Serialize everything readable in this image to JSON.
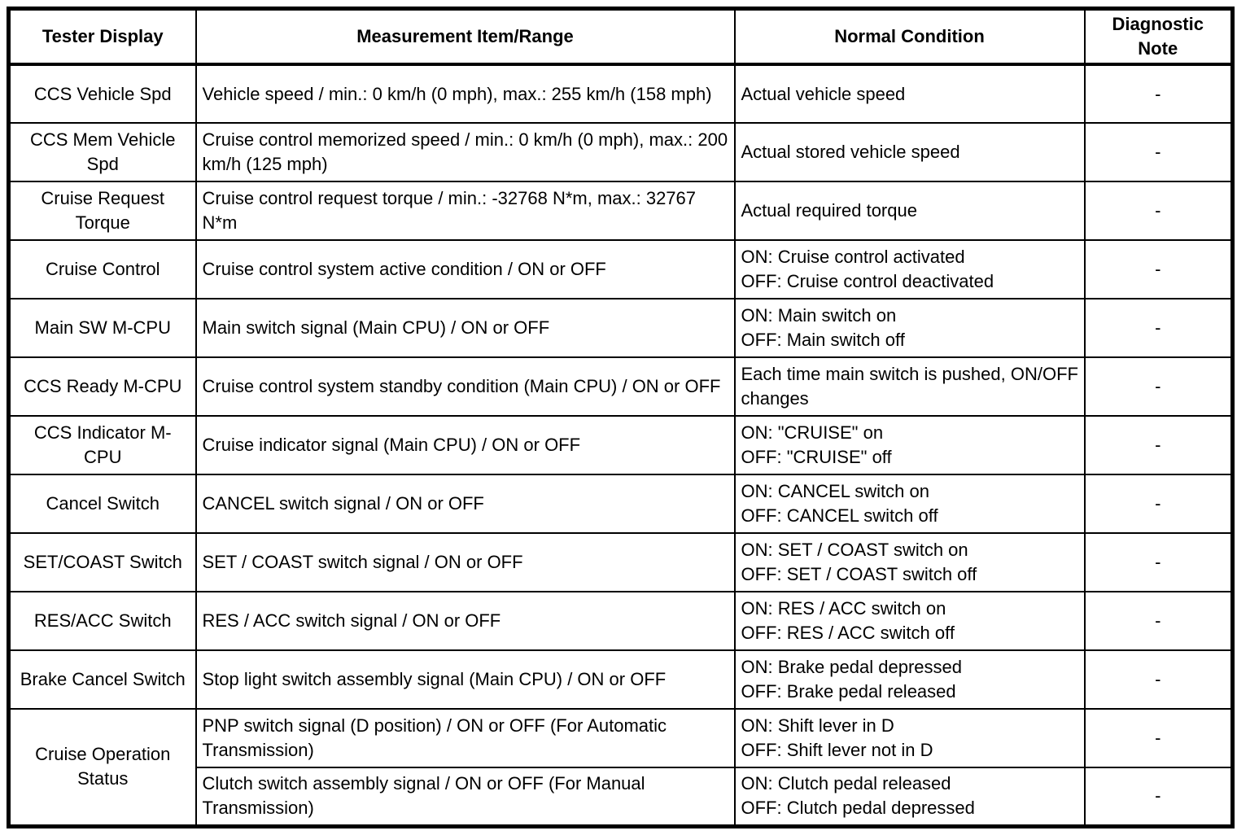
{
  "table": {
    "headers": [
      "Tester Display",
      "Measurement Item/Range",
      "Normal Condition",
      "Diagnostic\nNote"
    ],
    "rows": [
      {
        "tester_display": "CCS Vehicle Spd",
        "measurement": "Vehicle speed / min.: 0 km/h (0 mph), max.: 255 km/h (158 mph)",
        "condition": [
          "Actual vehicle speed"
        ],
        "note": "-"
      },
      {
        "tester_display": "CCS Mem Vehicle Spd",
        "measurement": "Cruise control memorized speed / min.: 0 km/h (0 mph), max.: 200 km/h (125 mph)",
        "condition": [
          "Actual stored vehicle speed"
        ],
        "note": "-"
      },
      {
        "tester_display": "Cruise Request Torque",
        "measurement": "Cruise control request torque / min.: -32768 N*m, max.: 32767 N*m",
        "condition": [
          "Actual required torque"
        ],
        "note": "-"
      },
      {
        "tester_display": "Cruise Control",
        "measurement": "Cruise control system active condition / ON or OFF",
        "condition": [
          "ON: Cruise control activated",
          "OFF: Cruise control deactivated"
        ],
        "note": "-"
      },
      {
        "tester_display": "Main SW M-CPU",
        "measurement": "Main switch signal (Main CPU) / ON or OFF",
        "condition": [
          "ON: Main switch on",
          "OFF: Main switch off"
        ],
        "note": "-"
      },
      {
        "tester_display": "CCS Ready M-CPU",
        "measurement": "Cruise control system standby condition (Main CPU) / ON or OFF",
        "condition": [
          "Each time main switch is pushed, ON/OFF changes"
        ],
        "note": "-"
      },
      {
        "tester_display": "CCS Indicator M-CPU",
        "measurement": "Cruise indicator signal (Main CPU) / ON or OFF",
        "condition": [
          "ON: \"CRUISE\" on",
          "OFF: \"CRUISE\" off"
        ],
        "note": "-"
      },
      {
        "tester_display": "Cancel Switch",
        "measurement": "CANCEL switch signal / ON or OFF",
        "condition": [
          "ON: CANCEL switch on",
          "OFF: CANCEL switch off"
        ],
        "note": "-"
      },
      {
        "tester_display": "SET/COAST Switch",
        "measurement": "SET / COAST switch signal / ON or OFF",
        "condition": [
          "ON: SET / COAST switch on",
          "OFF: SET / COAST switch off"
        ],
        "note": "-"
      },
      {
        "tester_display": "RES/ACC Switch",
        "measurement": "RES / ACC switch signal / ON or OFF",
        "condition": [
          "ON: RES / ACC switch on",
          "OFF: RES / ACC switch off"
        ],
        "note": "-"
      },
      {
        "tester_display": "Brake Cancel Switch",
        "measurement": "Stop light switch assembly signal (Main CPU) / ON or OFF",
        "condition": [
          "ON: Brake pedal depressed",
          "OFF: Brake pedal released"
        ],
        "note": "-"
      },
      {
        "tester_display": "Cruise Operation Status",
        "measurement": "PNP switch signal (D position) / ON or OFF (For Automatic Transmission)",
        "condition": [
          "ON: Shift lever in D",
          "OFF: Shift lever not in D"
        ],
        "note": "-"
      },
      {
        "measurement": "Clutch switch assembly signal / ON or OFF (For Manual Transmission)",
        "condition": [
          "ON: Clutch pedal released",
          "OFF: Clutch pedal depressed"
        ],
        "note": "-"
      }
    ]
  }
}
